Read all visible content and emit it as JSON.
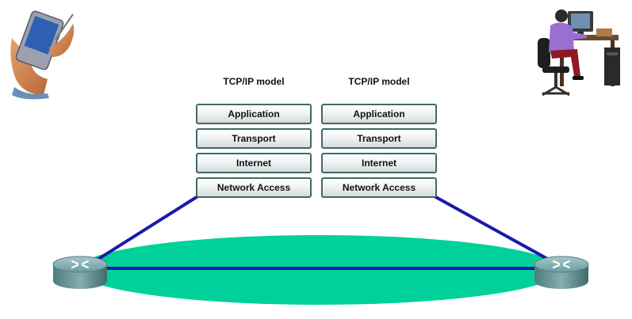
{
  "diagram": {
    "models": [
      {
        "title": "TCP/IP model",
        "layers": [
          "Application",
          "Transport",
          "Internet",
          "Network Access"
        ]
      },
      {
        "title": "TCP/IP model",
        "layers": [
          "Application",
          "Transport",
          "Internet",
          "Network Access"
        ]
      }
    ],
    "devices": {
      "left_host": "pda-icon",
      "right_host": "desktop-user-icon",
      "left_router": "router-icon",
      "right_router": "router-icon"
    },
    "colors": {
      "network_cloud": "#00d19b",
      "link": "#1a1aa8",
      "router_body": "#5f8f92",
      "layer_border": "#3e6a68"
    }
  }
}
